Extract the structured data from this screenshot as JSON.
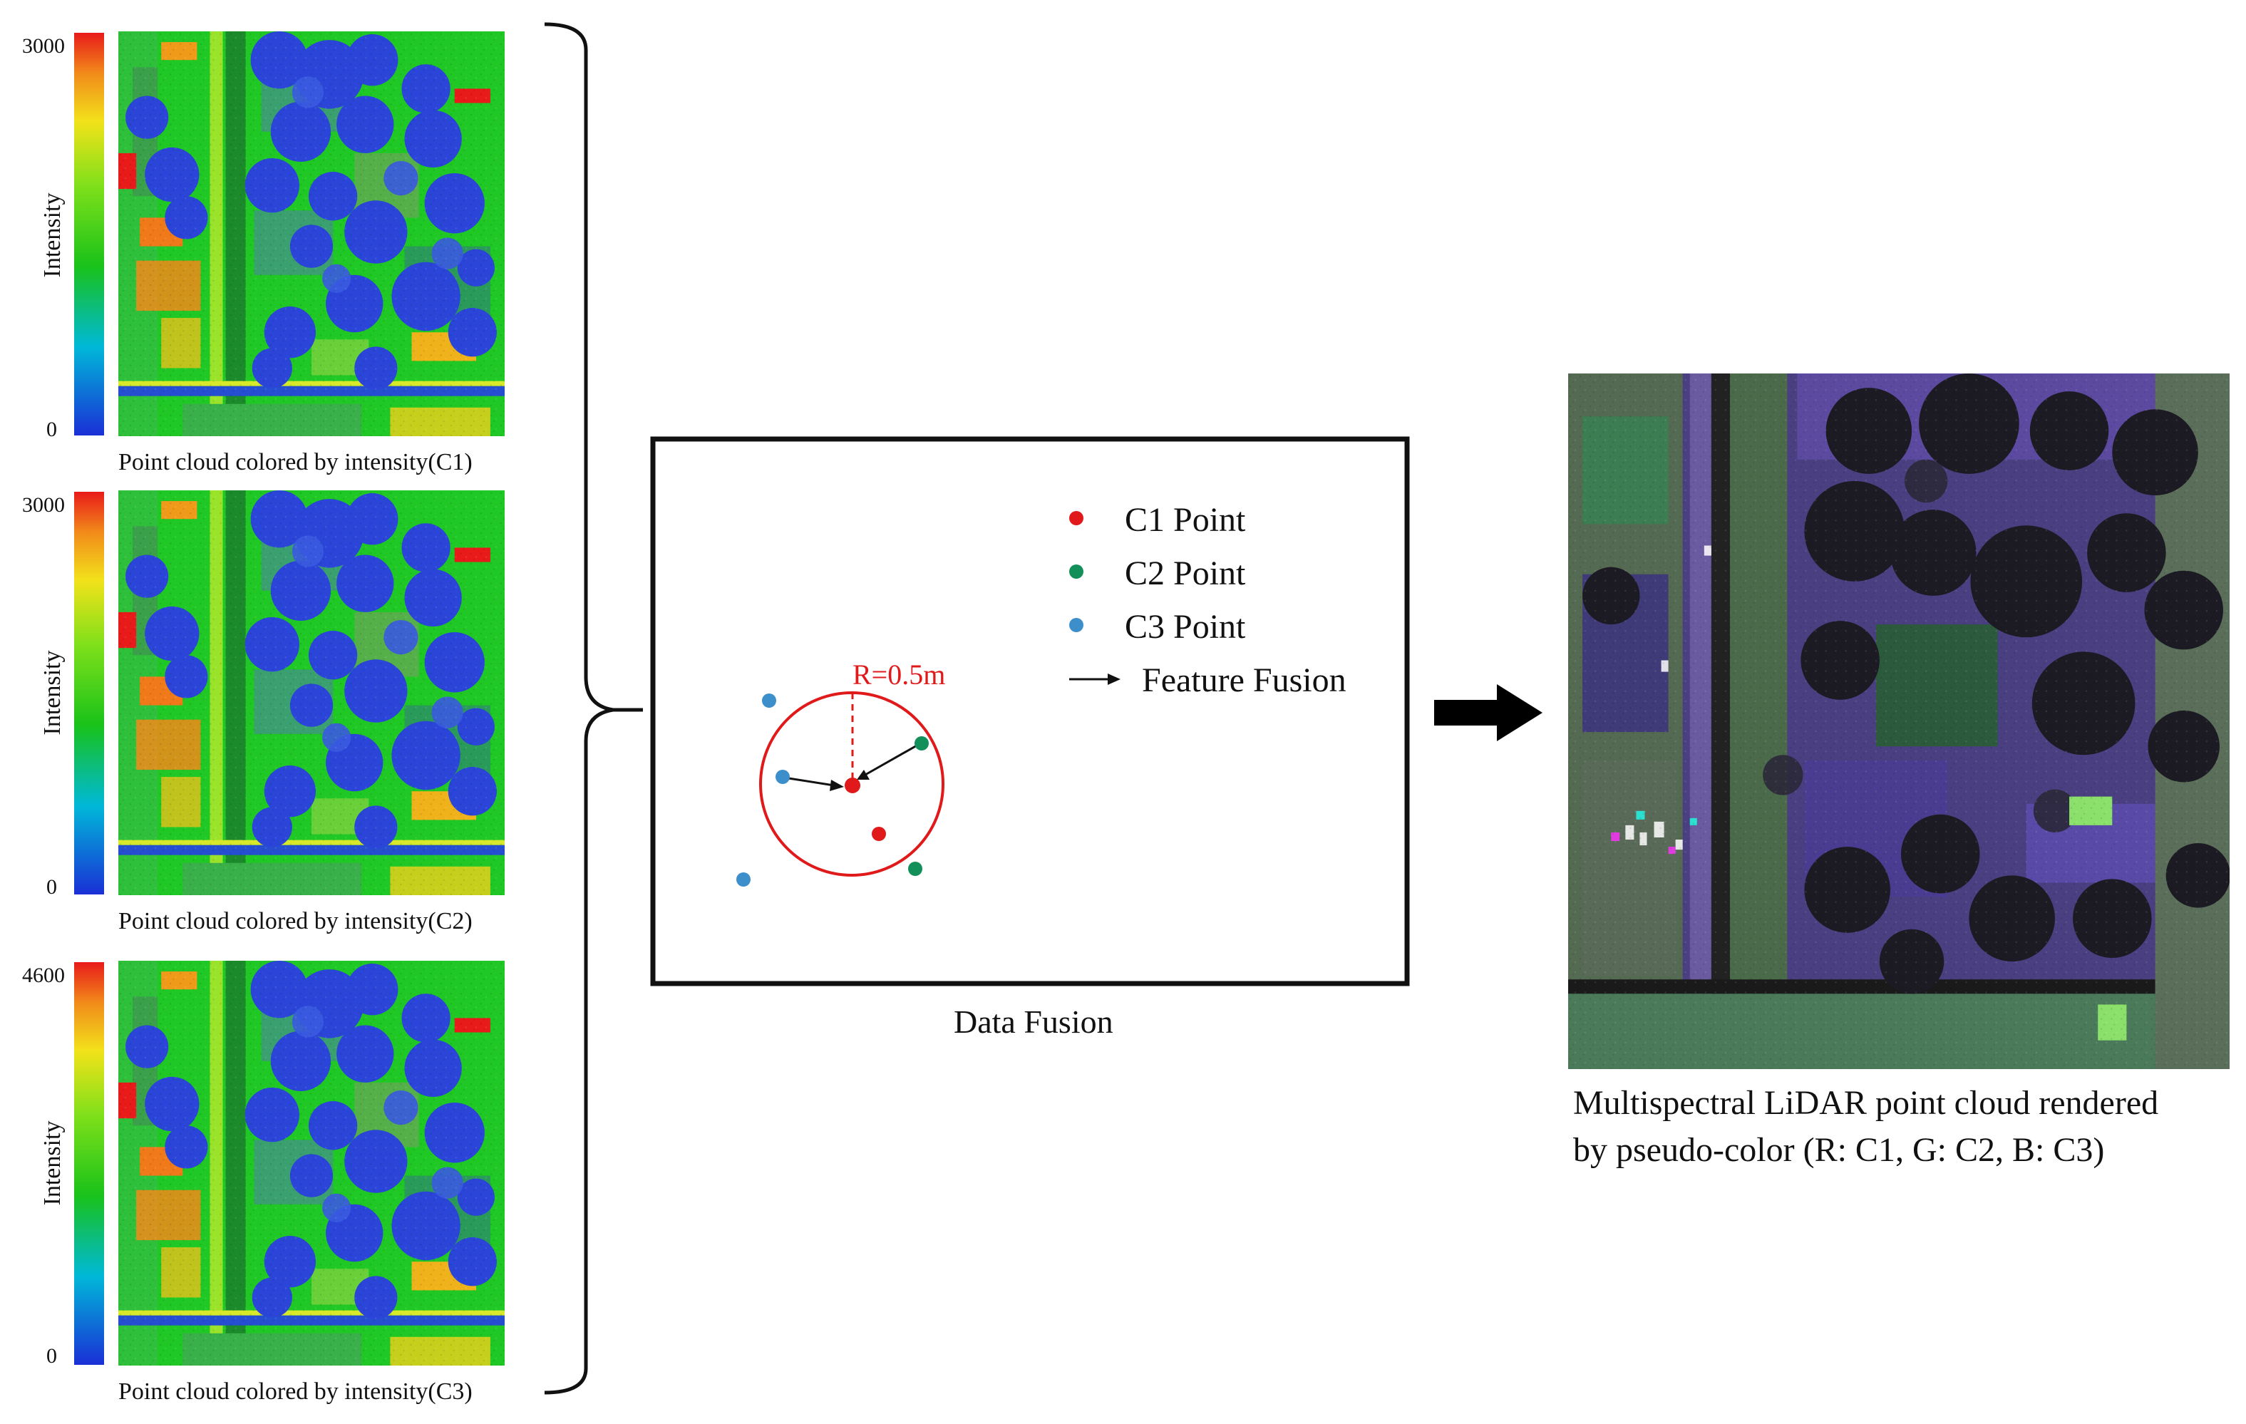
{
  "panels": [
    {
      "id": "c1",
      "max_label": "3000",
      "min_label": "0",
      "axis_label": "Intensity",
      "caption": "Point cloud colored by intensity(C1)"
    },
    {
      "id": "c2",
      "max_label": "3000",
      "min_label": "0",
      "axis_label": "Intensity",
      "caption": "Point cloud colored by intensity(C2)"
    },
    {
      "id": "c3",
      "max_label": "4600",
      "min_label": "0",
      "axis_label": "Intensity",
      "caption": "Point cloud colored by intensity(C3)"
    }
  ],
  "fusion": {
    "legend": {
      "c1": "C1 Point",
      "c2": "C2 Point",
      "c3": "C3 Point",
      "feature": "Feature Fusion"
    },
    "radius_label": "R=0.5m",
    "caption": "Data Fusion"
  },
  "output": {
    "caption_line1": "Multispectral LiDAR point cloud rendered",
    "caption_line2": "by pseudo-color (R: C1, G: C2, B: C3)"
  },
  "colors": {
    "c1_point": "#e01a1a",
    "c2_point": "#13905a",
    "c3_point": "#3d8fcc",
    "radius": "#e01a1a"
  }
}
